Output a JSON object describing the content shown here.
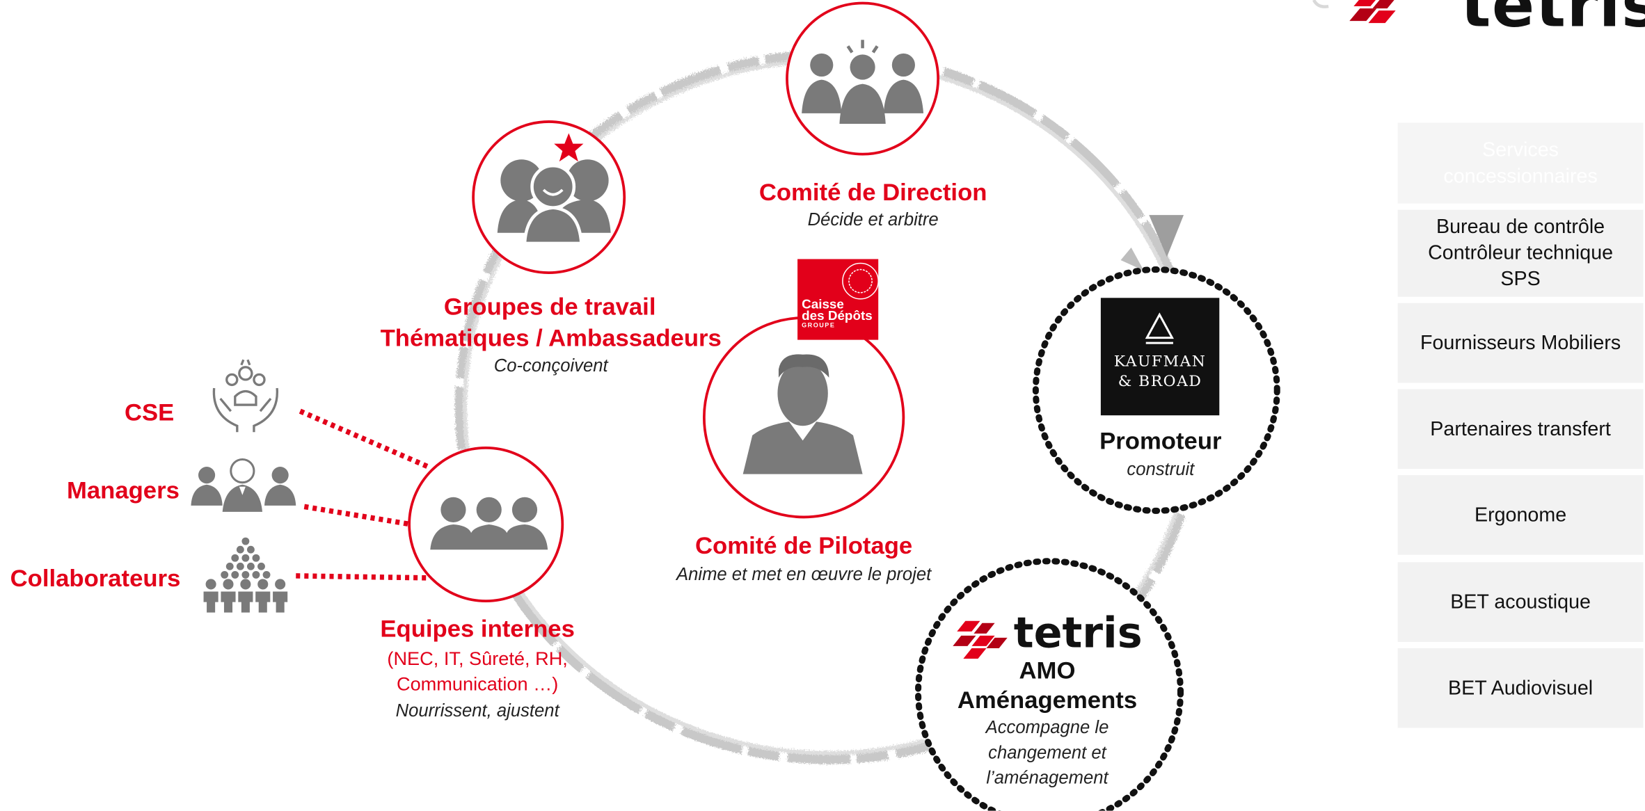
{
  "header": {
    "logo_text": "tetris"
  },
  "nodes": {
    "comite_direction": {
      "title": "Comité de Direction",
      "subtitle": "Décide et arbitre"
    },
    "groupes_travail": {
      "title_line1": "Groupes de travail",
      "title_line2": "Thématiques / Ambassadeurs",
      "subtitle": "Co-conçoivent"
    },
    "caisse_depots": {
      "line1": "Caisse",
      "line2": "des Dépôts",
      "line3": "GROUPE"
    },
    "comite_pilotage": {
      "title": "Comité de Pilotage",
      "subtitle": "Anime et met en œuvre le projet"
    },
    "promoteur": {
      "logo_line1": "KAUFMAN",
      "logo_line2": "& BROAD",
      "title": "Promoteur",
      "subtitle": "construit"
    },
    "equipes_internes": {
      "title": "Equipes internes",
      "detail_line1": "(NEC, IT, Sûreté, RH,",
      "detail_line2": "Communication …)",
      "subtitle": "Nourrissent, ajustent"
    },
    "amo": {
      "logo_text": "tetris",
      "title_line1": "AMO",
      "title_line2": "Aménagements",
      "subtitle_line1": "Accompagne le",
      "subtitle_line2": "changement et",
      "subtitle_line3": "l’aménagement"
    }
  },
  "stakeholders": {
    "cse": "CSE",
    "managers": "Managers",
    "collaborateurs": "Collaborateurs"
  },
  "partners": [
    "Services\nconcessionnaires",
    "Bureau de contrôle\nContrôleur technique\nSPS",
    "Fournisseurs Mobiliers",
    "Partenaires transfert",
    "Ergonome",
    "BET acoustique",
    "BET Audiovisuel"
  ],
  "colors": {
    "accent": "#e2001a",
    "icon_gray": "#7a7a7a",
    "panel_bg": "#f2f2f2",
    "dark": "#111111"
  }
}
